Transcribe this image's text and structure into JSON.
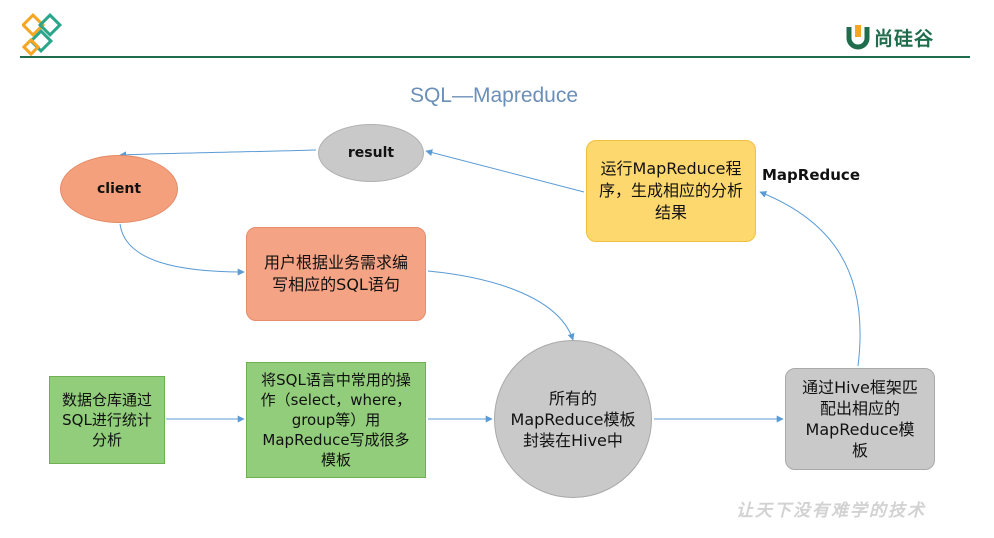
{
  "title": "SQL—Mapreduce",
  "brand": {
    "name": "尚硅谷",
    "color": "#1f6d4c",
    "accent": "#f5a623"
  },
  "nodes": {
    "client": "client",
    "result": "result",
    "sql_box": "用户根据业务需求编写相应的SQL语句",
    "run_box": "运行MapReduce程序，生成相应的分析结果",
    "mapreduce_label": "MapReduce",
    "stats_box": "数据仓库通过SQL进行统计分析",
    "convert_box": "将SQL语言中常用的操作（select，where，group等）用MapReduce写成很多模板",
    "template_circle": "所有的MapReduce模板封装在Hive中",
    "hive_box": "通过Hive框架匹配出相应的MapReduce模板"
  },
  "slogan": "让天下没有难学的技术",
  "colors": {
    "client": "#f4a07c",
    "sql_box": "#f4a385",
    "run_box": "#fdd86e",
    "green_boxes": "#91cd7a",
    "gray_nodes": "#c9c9c9",
    "arrows": "#5b9bd5",
    "title": "#6b8fb8"
  }
}
